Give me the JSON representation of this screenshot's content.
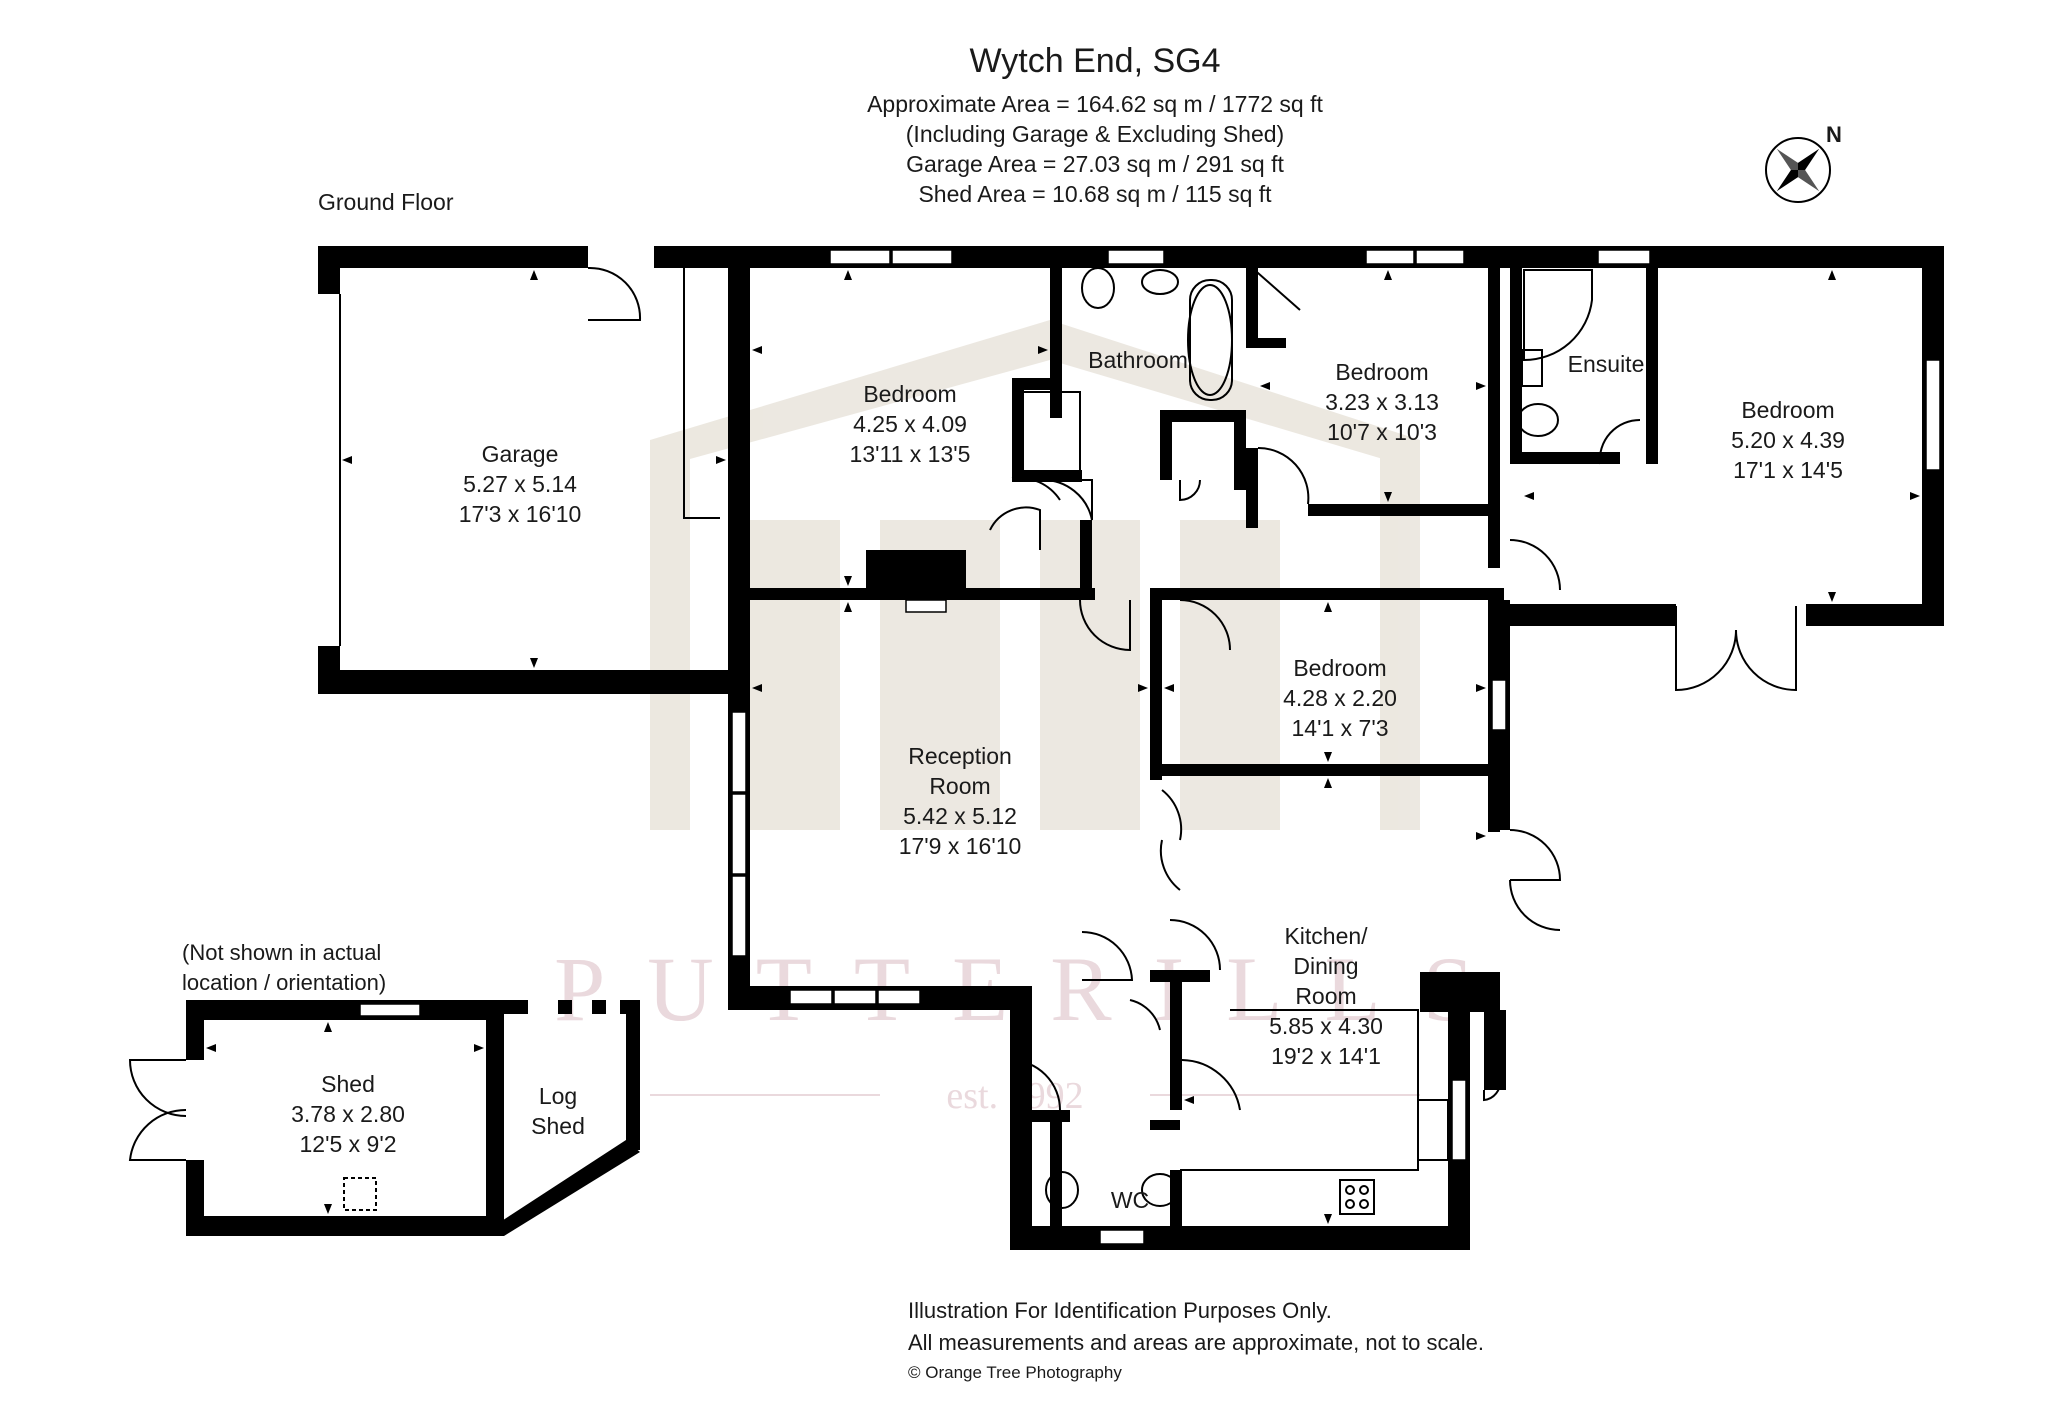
{
  "header": {
    "title": "Wytch End, SG4",
    "lines": [
      "Approximate Area =  164.62 sq m / 1772 sq ft",
      "(Including Garage & Excluding Shed)",
      "Garage Area =  27.03 sq m / 291 sq ft",
      "Shed Area =  10.68 sq m / 115 sq ft"
    ]
  },
  "floor_label": "Ground Floor",
  "compass": {
    "label": "N",
    "icon": "compass-rose-icon"
  },
  "rooms": [
    {
      "id": "garage",
      "lines": [
        "Garage",
        "5.27 x 5.14",
        "17'3 x 16'10"
      ]
    },
    {
      "id": "bedroom-1",
      "lines": [
        "Bedroom",
        "4.25 x 4.09",
        "13'11 x 13'5"
      ]
    },
    {
      "id": "bathroom",
      "lines": [
        "Bathroom"
      ]
    },
    {
      "id": "bedroom-2",
      "lines": [
        "Bedroom",
        "3.23 x 3.13",
        "10'7 x 10'3"
      ]
    },
    {
      "id": "ensuite",
      "lines": [
        "Ensuite"
      ]
    },
    {
      "id": "bedroom-3",
      "lines": [
        "Bedroom",
        "5.20 x 4.39",
        "17'1 x 14'5"
      ]
    },
    {
      "id": "bedroom-4",
      "lines": [
        "Bedroom",
        "4.28 x 2.20",
        "14'1 x 7'3"
      ]
    },
    {
      "id": "reception",
      "lines": [
        "Reception",
        "Room",
        "5.42 x 5.12",
        "17'9 x 16'10"
      ]
    },
    {
      "id": "kitchen",
      "lines": [
        "Kitchen/",
        "Dining",
        "Room",
        "5.85 x 4.30",
        "19'2 x 14'1"
      ]
    },
    {
      "id": "wc",
      "lines": [
        "WC"
      ]
    },
    {
      "id": "shed",
      "lines": [
        "Shed",
        "3.78 x 2.80",
        "12'5 x 9'2"
      ]
    },
    {
      "id": "log-shed",
      "lines": [
        "Log",
        "Shed"
      ]
    }
  ],
  "shed_note": [
    "(Not shown in actual",
    "location / orientation)"
  ],
  "watermark": {
    "brand": "PUTTERILLS",
    "est": "est. 1992"
  },
  "footer": {
    "line1": "Illustration For Identification Purposes Only.",
    "line2": "All measurements and areas are approximate, not to scale.",
    "copyright": "© Orange Tree Photography"
  }
}
